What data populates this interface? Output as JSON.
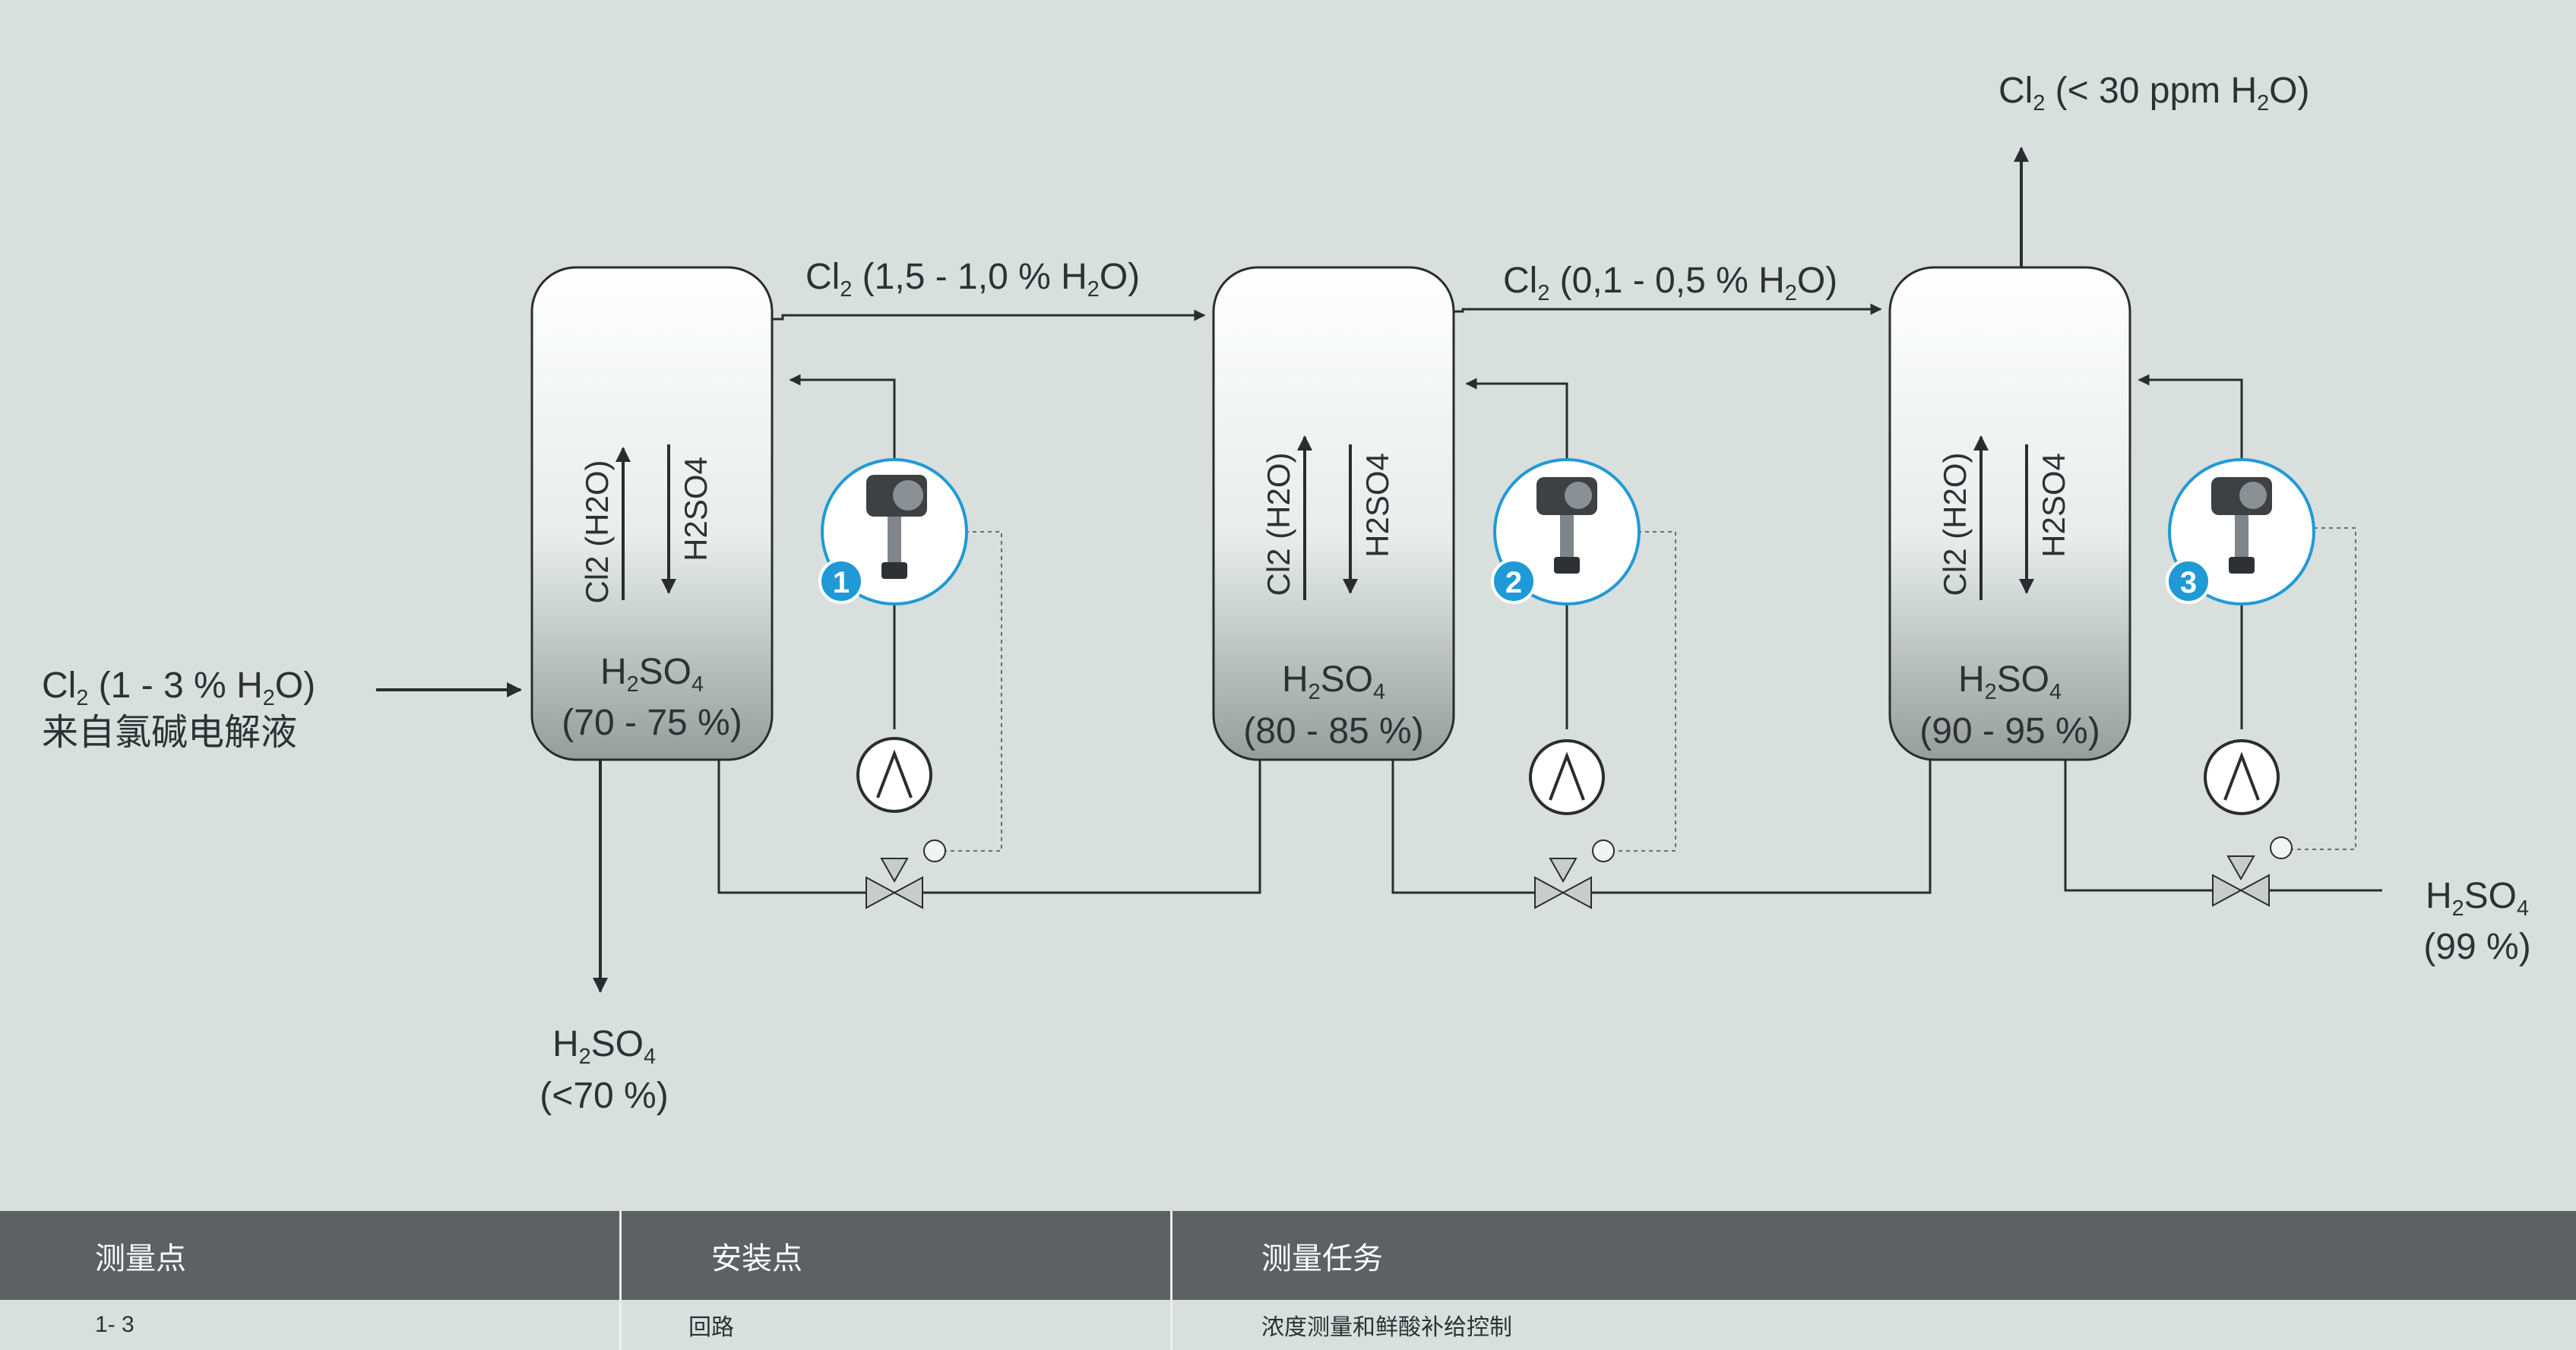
{
  "stage_labels": {
    "inlet": {
      "line1_main": "Cl",
      "line1_sub": "2",
      "line1_rest_a": " (1 - 3 % H",
      "line1_sub2": "2",
      "line1_rest_b": "O)",
      "line2": "来自氯碱电解液"
    },
    "gas_1_2": {
      "main": "Cl",
      "sub": "2",
      "rest_a": " (1,5  - 1,0 % H",
      "sub2": "2",
      "rest_b": "O)"
    },
    "gas_2_3": {
      "main": "Cl",
      "sub": "2",
      "rest_a": " (0,1 - 0,5 % H",
      "sub2": "2",
      "rest_b": "O)"
    },
    "outlet": {
      "main": "Cl",
      "sub": "2",
      "rest_a": " (< 30 ppm H",
      "sub2": "2",
      "rest_b": "O)"
    },
    "acid_out": {
      "line1_a": "H",
      "line1_sub": "2",
      "line1_b": "SO",
      "line1_sub2": "4",
      "line2": "(<70 %)"
    },
    "acid_in": {
      "line1_a": "H",
      "line1_sub": "2",
      "line1_b": "SO",
      "line1_sub2": "4",
      "line2": "(99 %)"
    }
  },
  "towers": [
    {
      "acid_a": "H",
      "acid_sub": "2",
      "acid_b": "SO",
      "acid_sub2": "4",
      "range": "(70 - 75 %)",
      "up_label": "Cl2 (H2O)",
      "down_label": "H2SO4",
      "number": "1"
    },
    {
      "acid_a": "H",
      "acid_sub": "2",
      "acid_b": "SO",
      "acid_sub2": "4",
      "range": "(80 - 85 %)",
      "up_label": "Cl2 (H2O)",
      "down_label": "H2SO4",
      "number": "2"
    },
    {
      "acid_a": "H",
      "acid_sub": "2",
      "acid_b": "SO",
      "acid_sub2": "4",
      "range": "(90 - 95 %)",
      "up_label": "Cl2 (H2O)",
      "down_label": "H2SO4",
      "number": "3"
    }
  ],
  "colors": {
    "background": "#d8dfdd",
    "badge": "#1f9ad6",
    "table_header": "#5d6164",
    "line": "#2a2d30"
  },
  "table": {
    "headers": [
      "测量点",
      "安装点",
      "测量任务"
    ],
    "row": [
      "1- 3",
      "回路",
      "浓度测量和鲜酸补给控制"
    ]
  }
}
